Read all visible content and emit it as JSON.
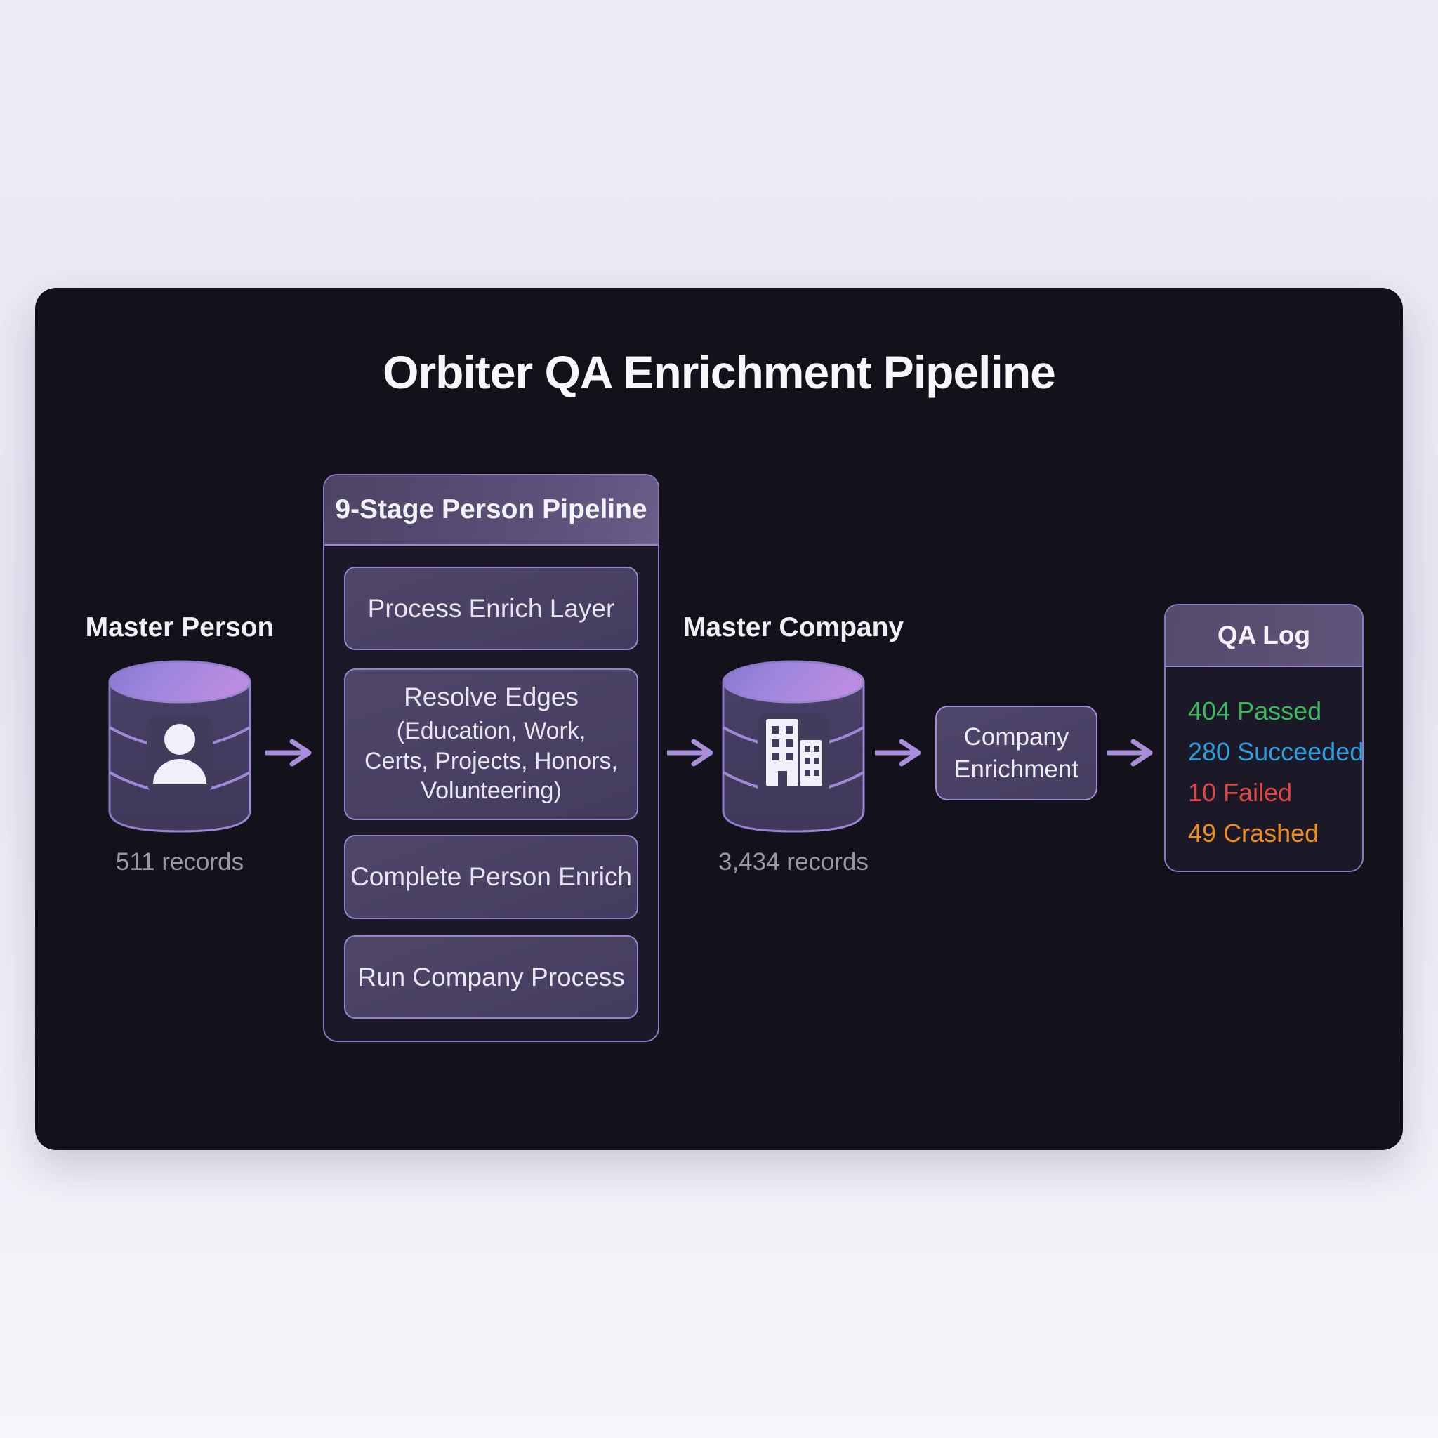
{
  "page": {
    "title": "Orbiter QA Enrichment Pipeline"
  },
  "master_person": {
    "label": "Master Person",
    "records": "511 records",
    "icon": "person-database-icon"
  },
  "pipeline": {
    "header": "9-Stage Person Pipeline",
    "stages": [
      {
        "title": "Process Enrich Layer",
        "subtitle": ""
      },
      {
        "title": "Resolve Edges",
        "subtitle": "(Education, Work, Certs, Projects, Honors, Volunteering)"
      },
      {
        "title": "Complete Person Enrich",
        "subtitle": ""
      },
      {
        "title": "Run Company Process",
        "subtitle": ""
      }
    ]
  },
  "master_company": {
    "label": "Master Company",
    "records": "3,434 records",
    "icon": "building-database-icon"
  },
  "company_enrichment": {
    "label": "Company Enrichment"
  },
  "qa_log": {
    "header": "QA Log",
    "items": [
      {
        "count": "404",
        "label": "Passed",
        "color": "#3cb85e"
      },
      {
        "count": "280",
        "label": "Succeeded",
        "color": "#2e9fdd"
      },
      {
        "count": "10",
        "label": "Failed",
        "color": "#e04747"
      },
      {
        "count": "49",
        "label": "Crashed",
        "color": "#ec8d20"
      }
    ]
  },
  "colors": {
    "card_background": "#13111a",
    "page_background": "#eae8f4",
    "accent_purple": "#a88ed9",
    "panel_border": "#8d7ac2",
    "status_passed": "#3cb85e",
    "status_succeeded": "#2e9fdd",
    "status_failed": "#e04747",
    "status_crashed": "#ec8d20"
  }
}
